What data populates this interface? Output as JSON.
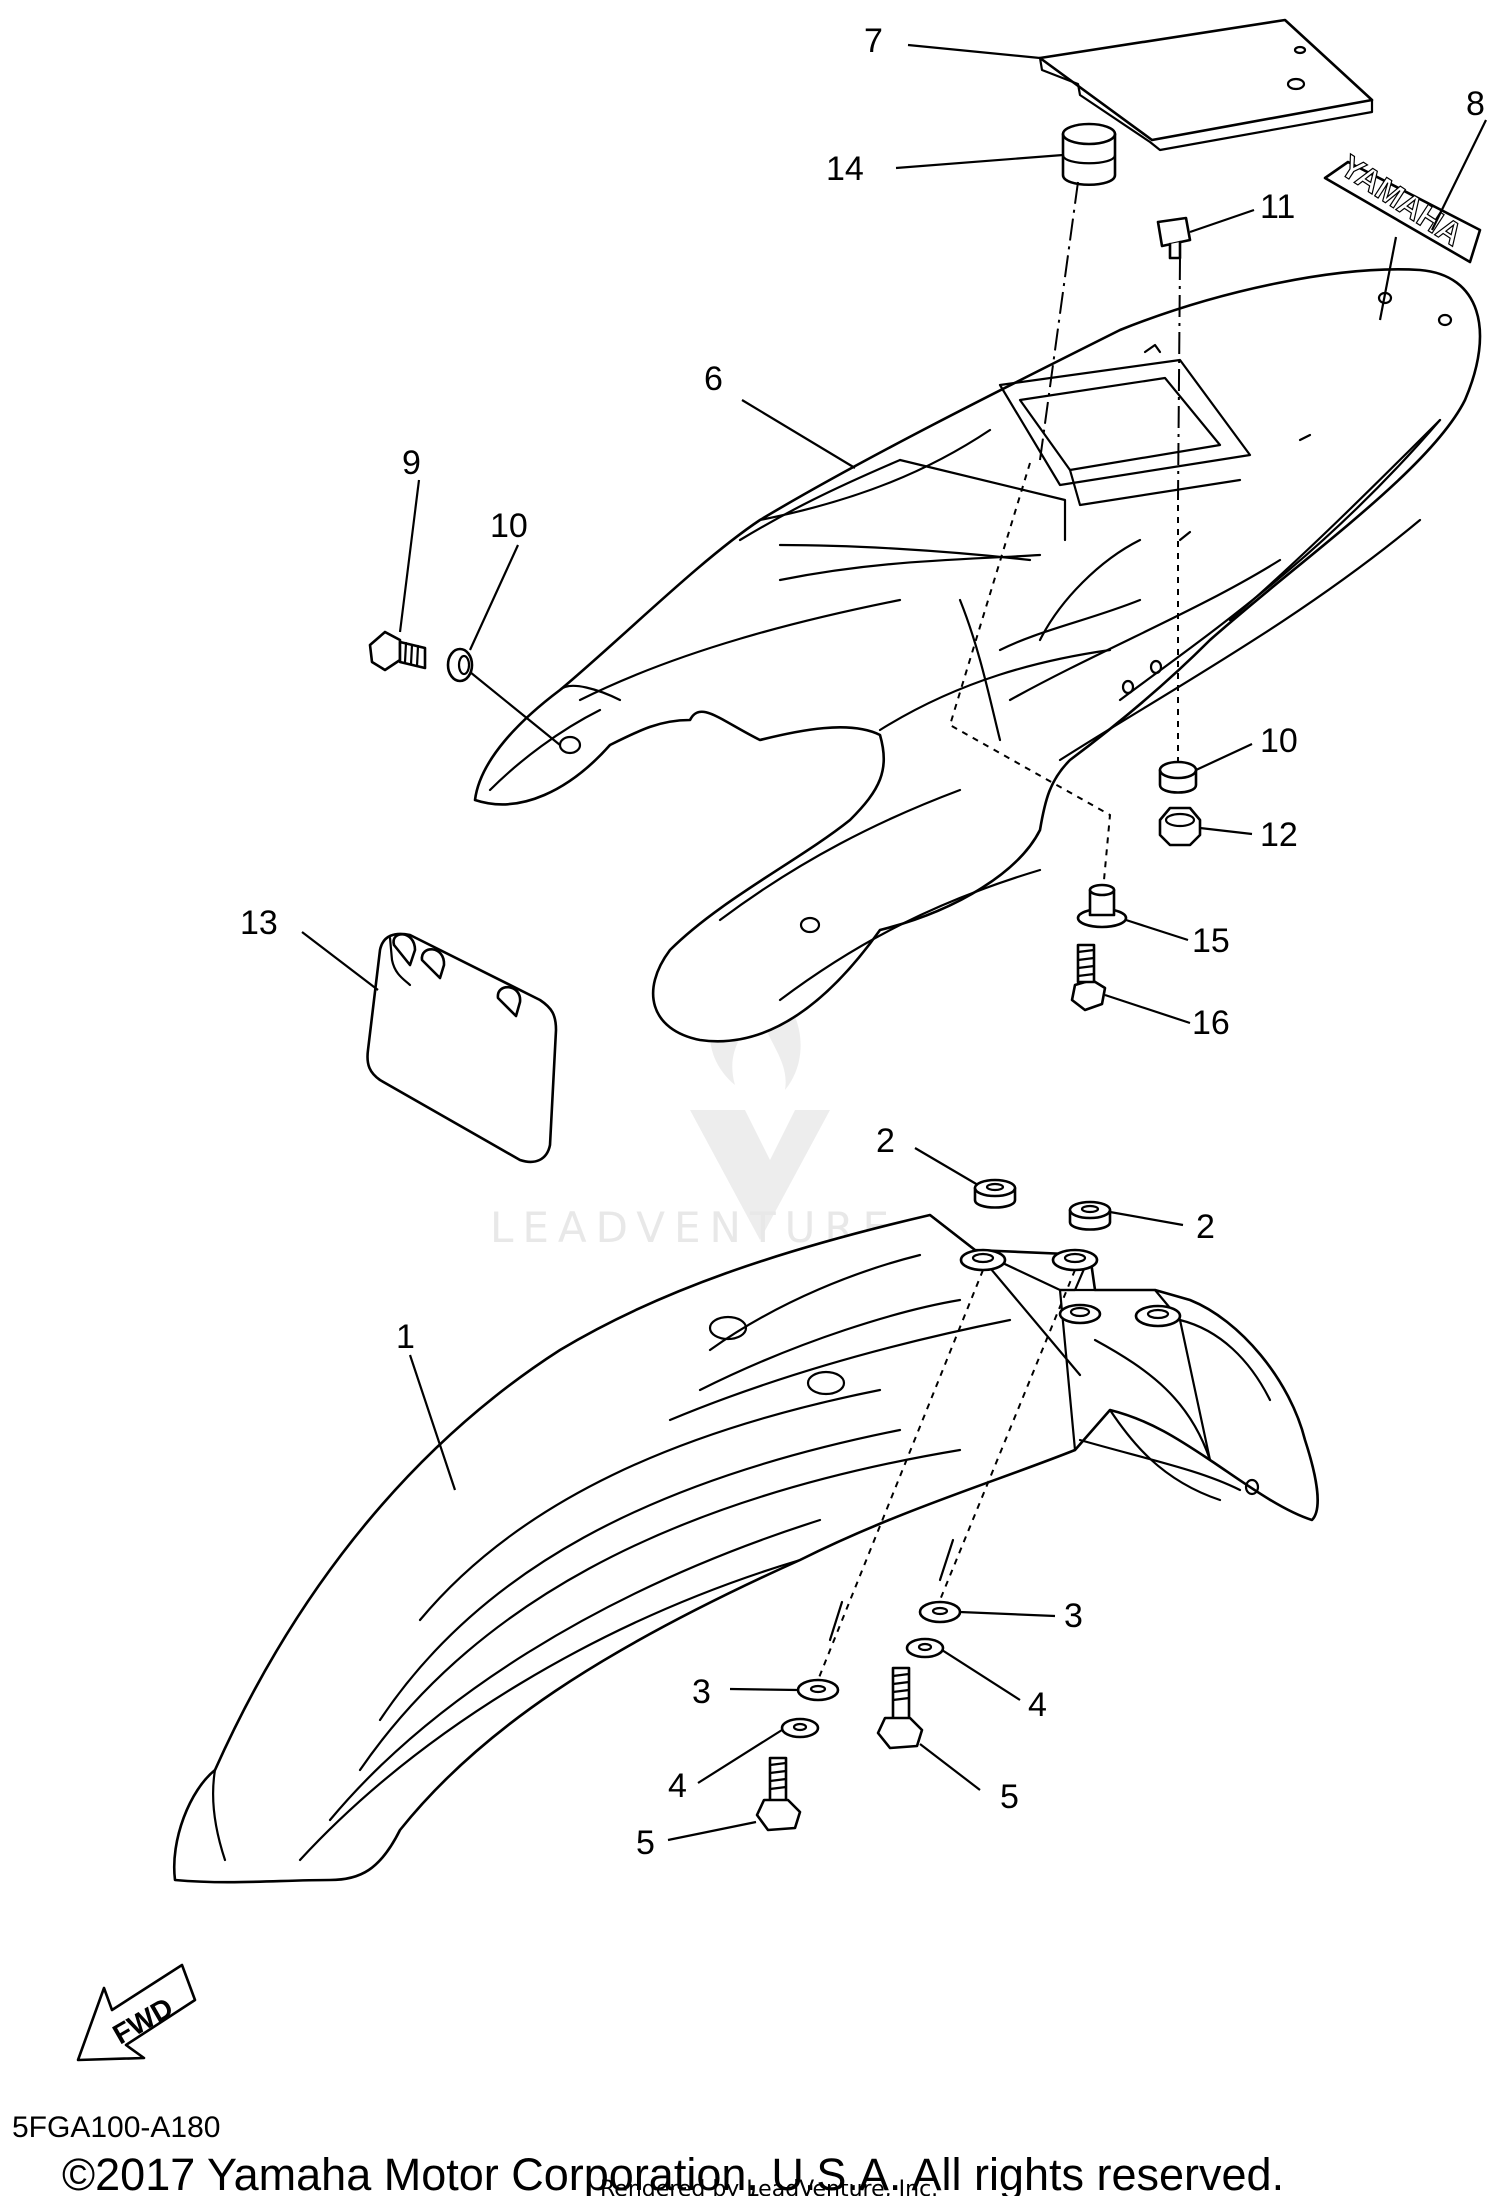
{
  "diagram": {
    "callouts": [
      {
        "id": "c7",
        "label": "7"
      },
      {
        "id": "c8",
        "label": "8"
      },
      {
        "id": "c14",
        "label": "14"
      },
      {
        "id": "c11",
        "label": "11"
      },
      {
        "id": "c6",
        "label": "6"
      },
      {
        "id": "c9",
        "label": "9"
      },
      {
        "id": "c10a",
        "label": "10"
      },
      {
        "id": "c10b",
        "label": "10"
      },
      {
        "id": "c12",
        "label": "12"
      },
      {
        "id": "c13",
        "label": "13"
      },
      {
        "id": "c15",
        "label": "15"
      },
      {
        "id": "c16",
        "label": "16"
      },
      {
        "id": "c2a",
        "label": "2"
      },
      {
        "id": "c2b",
        "label": "2"
      },
      {
        "id": "c1",
        "label": "1"
      },
      {
        "id": "c3a",
        "label": "3"
      },
      {
        "id": "c3b",
        "label": "3"
      },
      {
        "id": "c4a",
        "label": "4"
      },
      {
        "id": "c4b",
        "label": "4"
      },
      {
        "id": "c5a",
        "label": "5"
      },
      {
        "id": "c5b",
        "label": "5"
      }
    ],
    "decal_text": "YAMAHA",
    "fwd_label": "FWD",
    "diagram_code": "5FGA100-A180",
    "copyright": "©2017 Yamaha Motor Corporation, U.S.A. All rights reserved.",
    "rendered_by": "Rendered by LeadVenture, Inc.",
    "watermark": "LEADVENTURE"
  }
}
